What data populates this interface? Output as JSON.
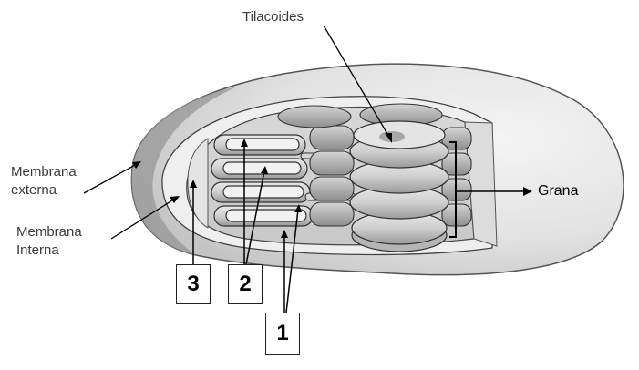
{
  "labels": {
    "tilacoides": "Tilacoides",
    "membrana_externa_1": "Membrana",
    "membrana_externa_2": "externa",
    "membrana_interna_1": "Membrana",
    "membrana_interna_2": "Interna",
    "grana": "Grana"
  },
  "numbers": {
    "n1": "1",
    "n2": "2",
    "n3": "3"
  }
}
